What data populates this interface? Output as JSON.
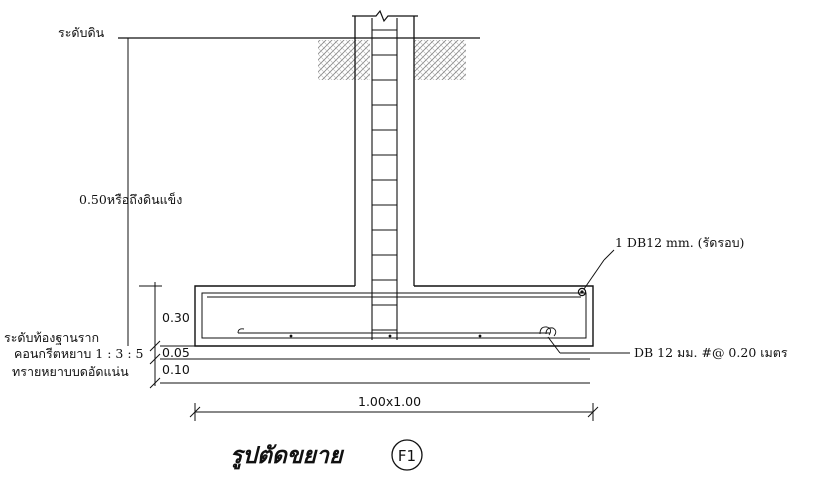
{
  "labels": {
    "ground_level": "ระดับดิน",
    "depth_note": "0.50หรือถึงดินแข็ง",
    "perimeter_bar": "1 DB12 mm. (รัดรอบ)",
    "footing_thickness": "0.30",
    "footing_bottom_level": "ระดับท้องฐานราก",
    "lean_concrete": "คอนกรีตหยาบ 1 : 3 : 5",
    "lean_concrete_thickness": "0.05",
    "sand_bed": "ทรายหยาบบดอัดแน่น",
    "sand_bed_thickness": "0.10",
    "bottom_rebar": "DB 12 มม. #@ 0.20 เมตร",
    "footing_size": "1.00x1.00"
  },
  "title": {
    "text": "รูปตัดขยาย",
    "badge": "F1"
  },
  "colors": {
    "line": "#111111",
    "hatch": "#8a8a8a"
  }
}
